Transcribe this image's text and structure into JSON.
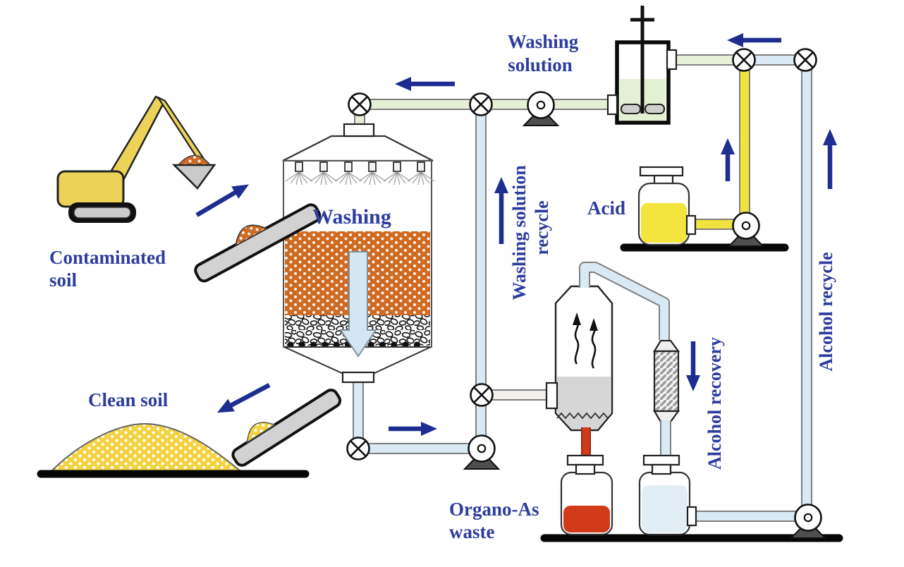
{
  "labels": {
    "contaminated_soil": {
      "lines": [
        "Contaminated",
        "soil"
      ]
    },
    "clean_soil": "Clean soil",
    "washing": "Washing",
    "washing_solution": {
      "lines": [
        "Washing",
        "solution"
      ]
    },
    "acid": "Acid",
    "washing_solution_recycle": {
      "lines": [
        "Washing solution",
        "recycle"
      ]
    },
    "alcohol_recovery": "Alcohol recovery",
    "alcohol_recycle": "Alcohol recycle",
    "organo_as_waste": {
      "lines": [
        "Organo-As",
        "waste"
      ]
    }
  },
  "colors": {
    "label_text": "#2c3d9e",
    "arrow": "#1e2d91",
    "pipe_blue": "#d9eaf5",
    "pipe_green": "#e6f0d7",
    "pipe_yellow": "#efe43d",
    "pipe_red": "#d23b1a",
    "soil_orange": "#cf6a22",
    "soil_yellow": "#f3d23d",
    "machine_yellow": "#edd258",
    "acid_liquid": "#f3e53e",
    "waste_liquid": "#d23b1a",
    "alcohol_liquid": "#e2eef6",
    "mixer_liquid": "#e4f0d4",
    "evaporator_liquid": "#d6d6d6",
    "background": "#ffffff"
  },
  "components": [
    "excavator",
    "conveyor belt",
    "washing tank with spray nozzles",
    "contaminated soil bed",
    "gravel filter bed",
    "clean soil pile",
    "mixing tank with stirrer",
    "acid bottle",
    "evaporator",
    "condenser coil",
    "organo-As waste bottle",
    "alcohol bottle",
    "pumps",
    "valves"
  ]
}
